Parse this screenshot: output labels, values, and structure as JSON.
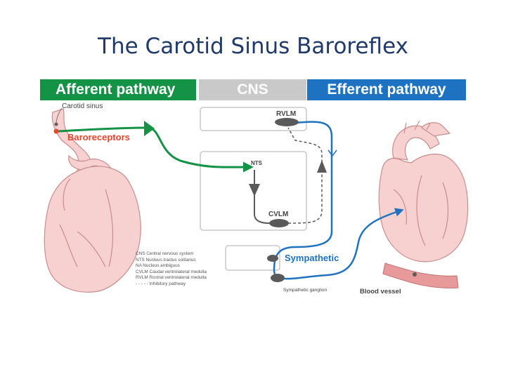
{
  "title": "The Carotid Sinus Baroreflex",
  "banners": {
    "afferent": "Afferent pathway",
    "cns": "CNS",
    "efferent": "Efferent pathway"
  },
  "labels": {
    "carotid_sinus": "Carotid sinus",
    "baroreceptors": "Baroreceptors",
    "rvlm": "RVLM",
    "nts": "NTS",
    "cvlm": "CVLM",
    "sympathetic": "Sympathetic",
    "sympathetic_ganglion": "Sympathetic ganglion",
    "blood_vessel": "Blood vessel"
  },
  "legend": [
    "CNS Central nervous system",
    "NTS Nucleus tractus solitarius",
    "NA Nucleus ambiguus",
    "CVLM Caudal ventrolateral medulla",
    "RVLM Rostral ventrolateral medulla",
    "- - - - - Inhibitory pathway"
  ],
  "colors": {
    "afferent": "#149245",
    "efferent": "#1e72c2",
    "cns": "#c9c9c9",
    "title": "#1f3a6b",
    "heart": "#f5c6c6",
    "nucleus": "#5a5a5a",
    "baroreceptor_dot": "#e8452c"
  }
}
